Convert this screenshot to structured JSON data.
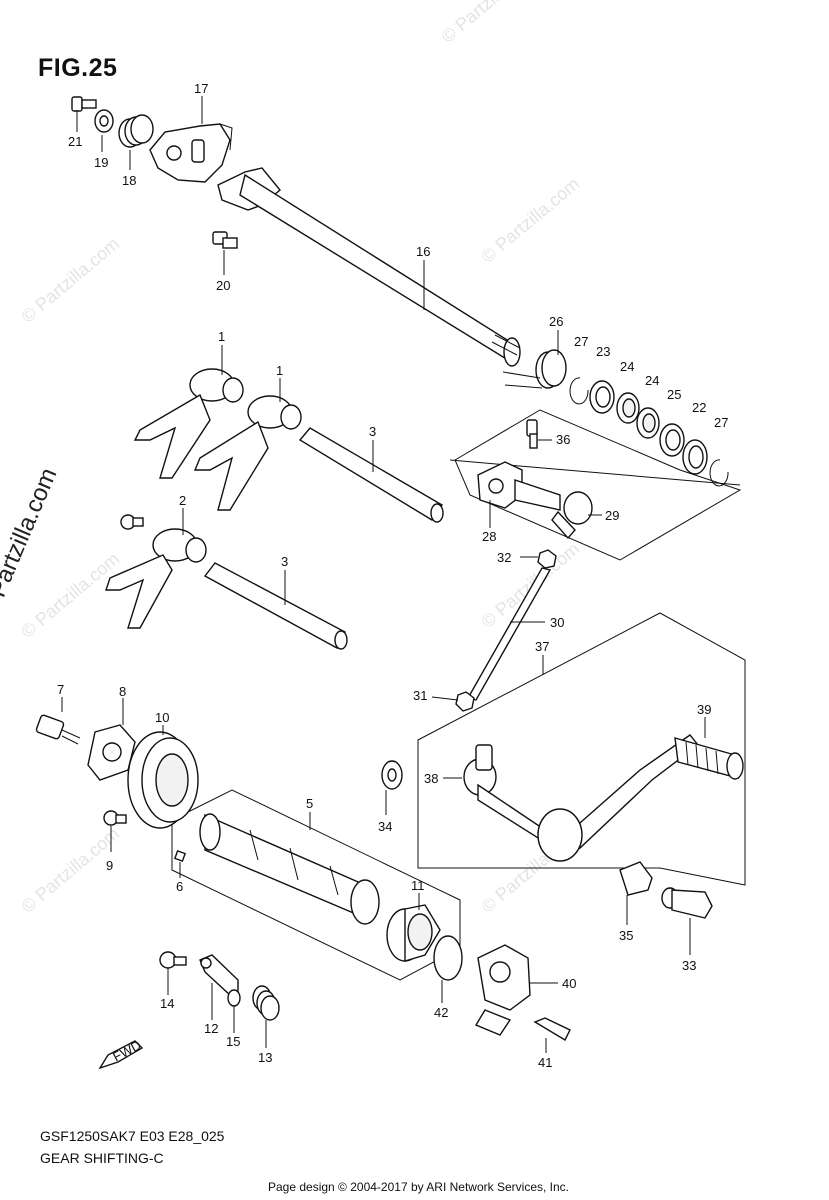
{
  "figure": {
    "title": "FIG.25",
    "model_code": "GSF1250SAK7 E03 E28_025",
    "section_name": "GEAR SHIFTING-C",
    "footer": "Page design © 2004-2017 by ARI Network Services, Inc.",
    "watermark": "© Partzilla.com",
    "fwd_label": "FWD"
  },
  "callouts": [
    {
      "id": "c1a",
      "label": "1"
    },
    {
      "id": "c1b",
      "label": "1"
    },
    {
      "id": "c2",
      "label": "2"
    },
    {
      "id": "c3a",
      "label": "3"
    },
    {
      "id": "c3b",
      "label": "3"
    },
    {
      "id": "c5",
      "label": "5"
    },
    {
      "id": "c6",
      "label": "6"
    },
    {
      "id": "c7",
      "label": "7"
    },
    {
      "id": "c8",
      "label": "8"
    },
    {
      "id": "c9",
      "label": "9"
    },
    {
      "id": "c10",
      "label": "10"
    },
    {
      "id": "c11",
      "label": "11"
    },
    {
      "id": "c12",
      "label": "12"
    },
    {
      "id": "c13",
      "label": "13"
    },
    {
      "id": "c14",
      "label": "14"
    },
    {
      "id": "c15",
      "label": "15"
    },
    {
      "id": "c16",
      "label": "16"
    },
    {
      "id": "c17",
      "label": "17"
    },
    {
      "id": "c18",
      "label": "18"
    },
    {
      "id": "c19",
      "label": "19"
    },
    {
      "id": "c20",
      "label": "20"
    },
    {
      "id": "c21",
      "label": "21"
    },
    {
      "id": "c22",
      "label": "22"
    },
    {
      "id": "c23",
      "label": "23"
    },
    {
      "id": "c24a",
      "label": "24"
    },
    {
      "id": "c24b",
      "label": "24"
    },
    {
      "id": "c25",
      "label": "25"
    },
    {
      "id": "c26",
      "label": "26"
    },
    {
      "id": "c27a",
      "label": "27"
    },
    {
      "id": "c27b",
      "label": "27"
    },
    {
      "id": "c28",
      "label": "28"
    },
    {
      "id": "c29",
      "label": "29"
    },
    {
      "id": "c30",
      "label": "30"
    },
    {
      "id": "c31",
      "label": "31"
    },
    {
      "id": "c32",
      "label": "32"
    },
    {
      "id": "c33",
      "label": "33"
    },
    {
      "id": "c34",
      "label": "34"
    },
    {
      "id": "c35",
      "label": "35"
    },
    {
      "id": "c36",
      "label": "36"
    },
    {
      "id": "c37",
      "label": "37"
    },
    {
      "id": "c38",
      "label": "38"
    },
    {
      "id": "c39",
      "label": "39"
    },
    {
      "id": "c40",
      "label": "40"
    },
    {
      "id": "c41",
      "label": "41"
    },
    {
      "id": "c42",
      "label": "42"
    }
  ]
}
